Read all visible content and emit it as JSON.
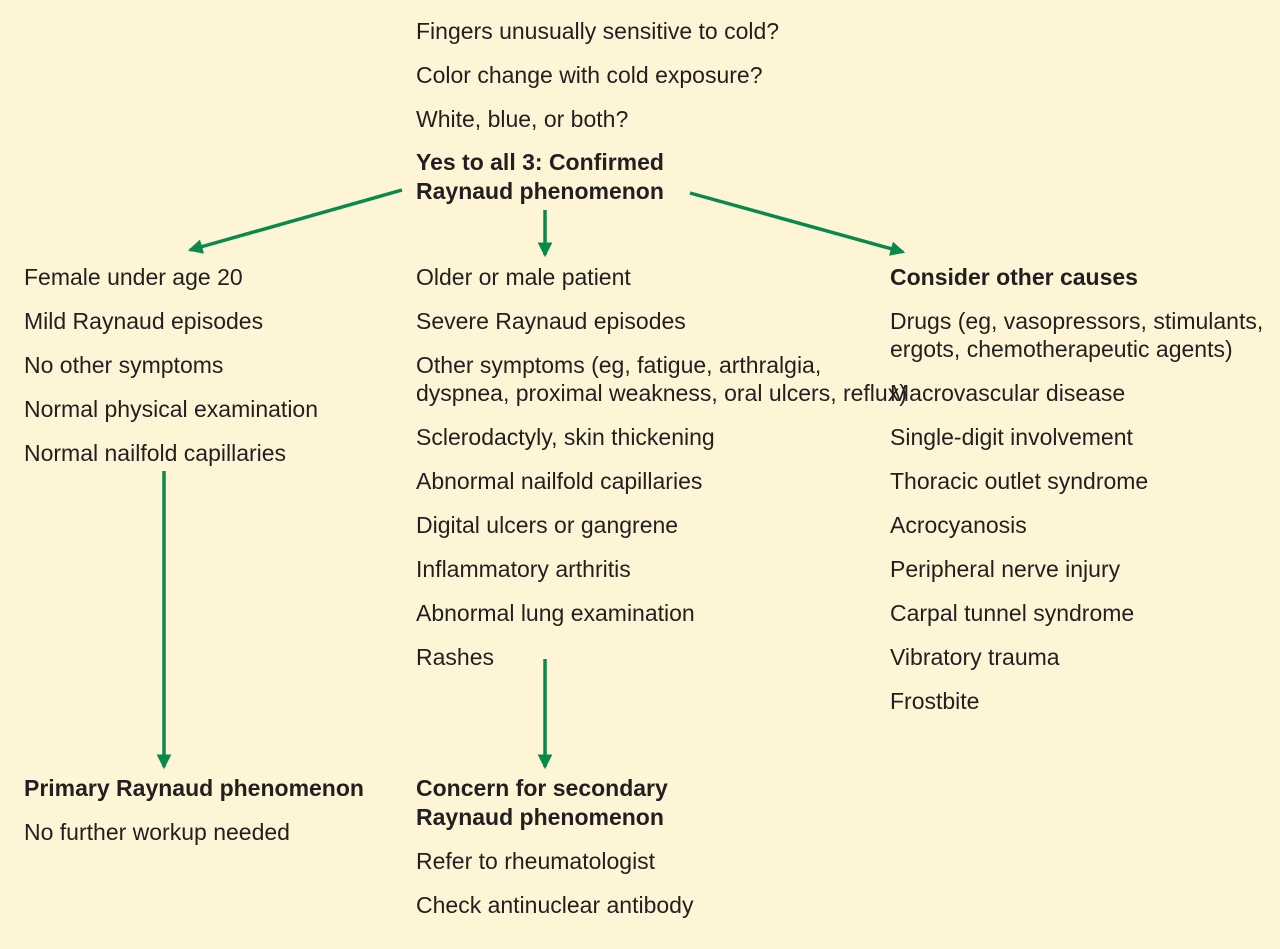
{
  "header": {
    "questions": [
      "Fingers unusually sensitive to cold?",
      "Color change with cold exposure?",
      "White, blue, or both?"
    ],
    "confirmed_line1": "Yes to all 3: Confirmed",
    "confirmed_line2": "Raynaud phenomenon"
  },
  "left_column": {
    "criteria": [
      "Female under age 20",
      "Mild Raynaud episodes",
      "No other symptoms",
      "Normal physical examination",
      "Normal nailfold capillaries"
    ],
    "outcome_title": "Primary Raynaud phenomenon",
    "outcome_items": [
      "No further workup needed"
    ]
  },
  "middle_column": {
    "criteria": [
      "Older or male patient",
      "Severe Raynaud episodes",
      "Other symptoms (eg, fatigue, arthralgia,",
      "dyspnea, proximal weakness, oral ulcers, reflux)",
      "Sclerodactyly, skin thickening",
      "Abnormal nailfold capillaries",
      "Digital ulcers or gangrene",
      "Inflammatory arthritis",
      "Abnormal lung examination",
      "Rashes"
    ],
    "outcome_title_line1": "Concern for secondary",
    "outcome_title_line2": "Raynaud phenomenon",
    "outcome_items": [
      "Refer to rheumatologist",
      "Check antinuclear antibody"
    ]
  },
  "right_column": {
    "title": "Consider other causes",
    "causes": [
      "Drugs (eg, vasopressors, stimulants,",
      "ergots, chemotherapeutic agents)",
      "Macrovascular disease",
      "Single-digit involvement",
      "Thoracic outlet syndrome",
      "Acrocyanosis",
      "Peripheral nerve injury",
      "Carpal tunnel syndrome",
      "Vibratory trauma",
      "Frostbite"
    ]
  },
  "colors": {
    "background": "#fdf5d6",
    "arrow": "#0a8a4a",
    "text": "#231f20"
  }
}
